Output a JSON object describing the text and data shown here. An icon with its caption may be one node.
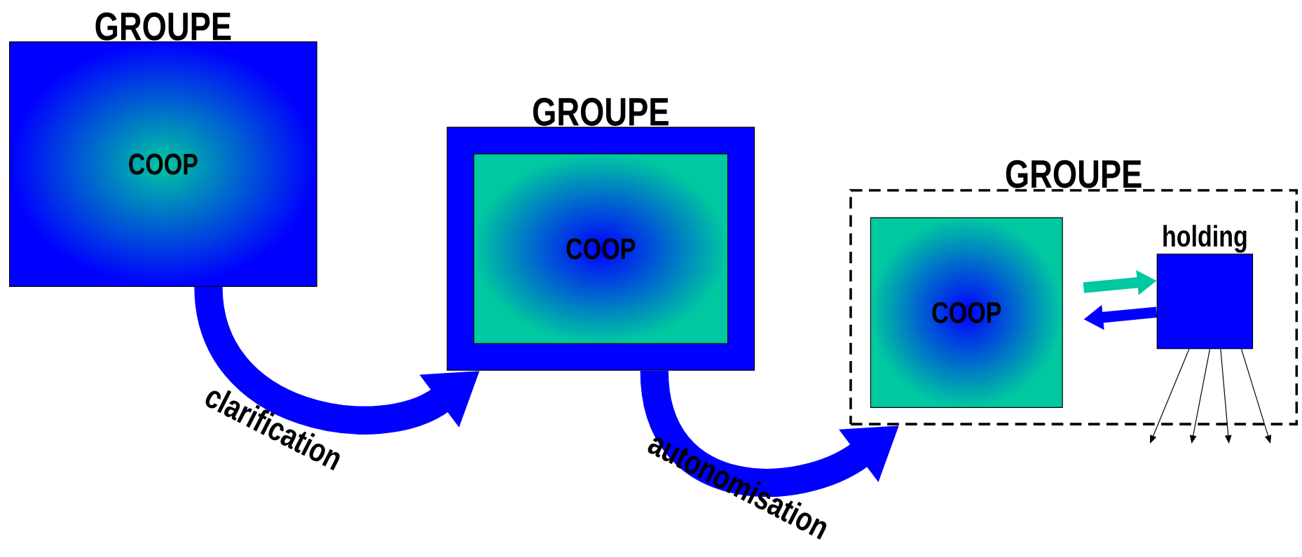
{
  "diagram": {
    "nodes": [
      {
        "text": [
          "GROUPE",
          "COOP"
        ]
      },
      {
        "text": [
          "GROUPE"
        ]
      },
      {
        "text": [
          "COOP"
        ],
        "in": 1
      },
      {
        "text": [
          "GROUPE"
        ]
      },
      {
        "text": [
          "COOP"
        ],
        "in": 3
      },
      {
        "text": [
          "holding"
        ],
        "in": 3
      }
    ],
    "edges": [
      {
        "from": 0,
        "to": 1,
        "arrow": "to",
        "label": "clarification",
        "style": "thick",
        "color": "#0000ff"
      },
      {
        "from": 1,
        "to": 3,
        "arrow": "to",
        "label": "autonomisation",
        "style": "thick",
        "color": "#0000ff"
      },
      {
        "from": 4,
        "to": 5,
        "arrow": "to",
        "style": "thick",
        "color": "#00c8a0"
      },
      {
        "from": 5,
        "to": 4,
        "arrow": "to",
        "style": "thick",
        "color": "#0000ff"
      },
      {
        "from": 5,
        "to": null,
        "arrow": "to"
      },
      {
        "from": 5,
        "to": null,
        "arrow": "to"
      },
      {
        "from": 5,
        "to": null,
        "arrow": "to"
      },
      {
        "from": 5,
        "to": null,
        "arrow": "to"
      }
    ]
  }
}
